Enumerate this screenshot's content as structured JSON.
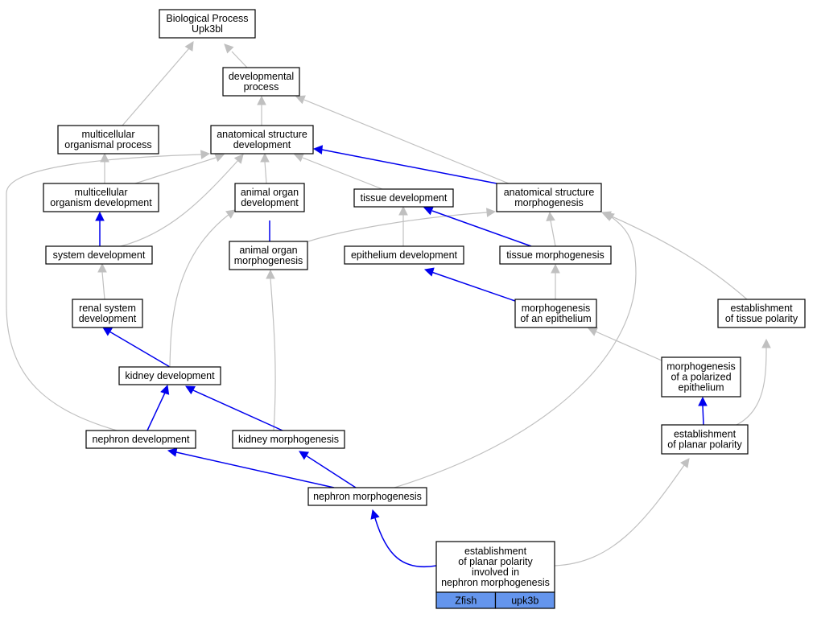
{
  "diagram": {
    "nodes": {
      "biological_process": [
        "Biological Process",
        "Upk3bl"
      ],
      "developmental_process": [
        "developmental",
        "process"
      ],
      "multicellular_organismal_process": [
        "multicellular",
        "organismal process"
      ],
      "anatomical_structure_development": [
        "anatomical structure",
        "development"
      ],
      "multicellular_organism_development": [
        "multicellular",
        "organism development"
      ],
      "animal_organ_development": [
        "animal organ",
        "development"
      ],
      "tissue_development": [
        "tissue development"
      ],
      "anatomical_structure_morphogenesis": [
        "anatomical structure",
        "morphogenesis"
      ],
      "system_development": [
        "system development"
      ],
      "animal_organ_morphogenesis": [
        "animal organ",
        "morphogenesis"
      ],
      "epithelium_development": [
        "epithelium development"
      ],
      "tissue_morphogenesis": [
        "tissue morphogenesis"
      ],
      "renal_system_development": [
        "renal system",
        "development"
      ],
      "morphogenesis_of_an_epithelium": [
        "morphogenesis",
        "of an epithelium"
      ],
      "establishment_of_tissue_polarity": [
        "establishment",
        "of tissue polarity"
      ],
      "kidney_development": [
        "kidney development"
      ],
      "morphogenesis_of_a_polarized_epithelium": [
        "morphogenesis",
        "of a polarized",
        "epithelium"
      ],
      "nephron_development": [
        "nephron development"
      ],
      "kidney_morphogenesis": [
        "kidney morphogenesis"
      ],
      "establishment_of_planar_polarity": [
        "establishment",
        "of planar polarity"
      ],
      "nephron_morphogenesis": [
        "nephron morphogenesis"
      ],
      "establishment_of_planar_polarity_nephron": [
        "establishment",
        "of planar polarity",
        "involved in",
        "nephron morphogenesis"
      ]
    },
    "annotation": {
      "species": "Zfish",
      "gene": "upk3b"
    },
    "colors": {
      "is_a_edge": "#c0c0c0",
      "part_of_edge": "#0000ee",
      "annotation_fill": "#6495ed"
    }
  }
}
